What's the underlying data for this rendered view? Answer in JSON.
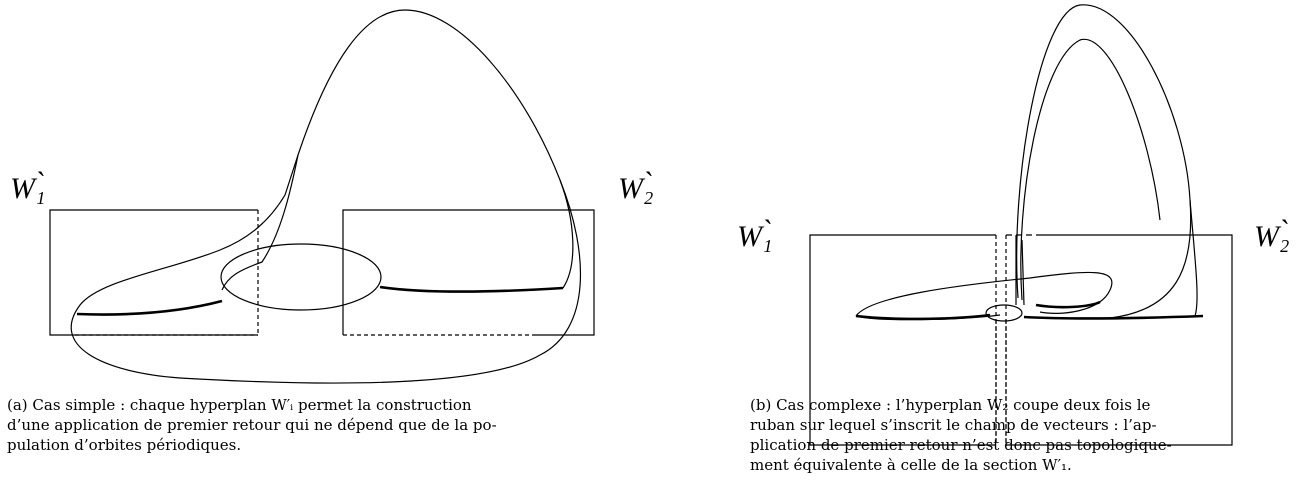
{
  "panel_a": {
    "label_left": "W₁̀",
    "label_right": "W₂̀",
    "caption_lines": [
      "(a) Cas simple : chaque hyperplan W′ᵢ permet la construction",
      "d’une application de premier retour qui ne dépend que de la po-",
      "pulation d’orbites périodiques."
    ]
  },
  "panel_b": {
    "label_left": "W₁̀",
    "label_right": "W₂̀",
    "caption_lines": [
      "(b) Cas complexe : l’hyperplan W₂ coupe deux fois le",
      "ruban sur lequel s’inscrit le champ de vecteurs : l’ap-",
      "plication de premier retour n’est donc pas topologique-",
      "ment équivalente à celle de la section W′₁."
    ]
  }
}
